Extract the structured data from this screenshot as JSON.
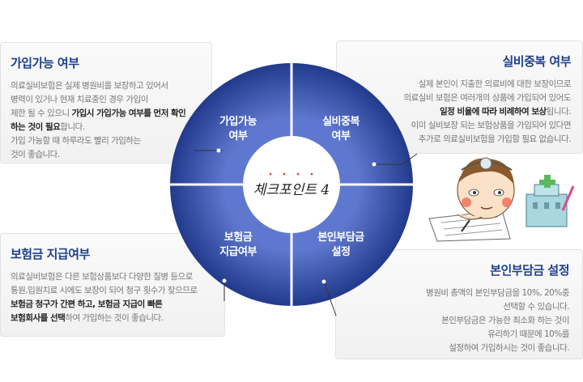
{
  "cards": {
    "tl": {
      "title": "가입가능 여부",
      "p1": "의료실비보험은 실제 병원비를 보장하고 있어서",
      "p2": "병력이 있거나 현재 치료중인 경우 가입이",
      "p3a": "제한 될 수 있으니 ",
      "p3b": "가입시 가입가능 여부를 먼저 확인",
      "p4a": "하는 것이 필요",
      "p4b": "합니다.",
      "p5": "가입 가능할 때 하루라도 빨리 가입하는",
      "p6": "것이 좋습니다."
    },
    "tr": {
      "title": "실비중복 여부",
      "p1": "실제 본인이 지출한 의료비에 대한 보장이므로",
      "p2": "의료실비 보험은 여러개의 상품에 가입되어 있어도",
      "p3a": "일정 비율에 따라 비례하여 보상",
      "p3b": "됩니다.",
      "p4": "이미 실비보장 되는 보험상품을 가입되어 있다면",
      "p5": "추가로 의료실비보험을 가입할 필요 없습니다."
    },
    "bl": {
      "title": "보험금 지급여부",
      "p1": "의료실비보험은 다른 보험상품보다 다양한 질병 등으로",
      "p2": "통원,입원치료 시에도 보장이 되어 청구 횟수가 잦으므로",
      "p3": "보험금 청구가 간편 하고, 보험금 지급이 빠른",
      "p4a": "보험회사를 선택",
      "p4b": "하여 가입하는 것이 좋습니다."
    },
    "br": {
      "title": "본인부담금 설정",
      "p1": "병원비 총액의 본인부담금을 10%, 20%중",
      "p2": "선택할 수 있습니다.",
      "p3": "본인부담금은 가능한 최소화 하는 것이",
      "p4": "유리하기 때문에 10%를",
      "p5": "설정하여 가입하시는 것이 좋습니다."
    }
  },
  "wheel": {
    "tl": "가입가능\n여부",
    "tr": "실비중복\n여부",
    "bl": "보험금\n지급여부",
    "br": "본인부담금\n설정",
    "center": "체크포인트 4"
  },
  "colors": {
    "wheel_dark": "#223a8c",
    "wheel_light": "#5f78cf",
    "title_blue": "#1f3f8c"
  }
}
